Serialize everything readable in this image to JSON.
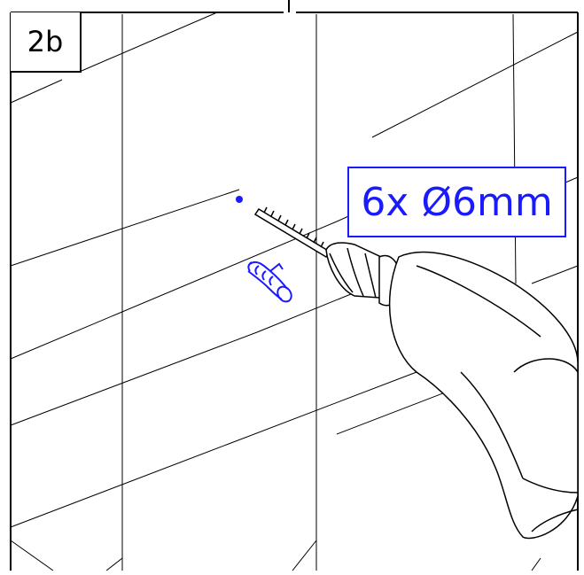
{
  "step": {
    "label": "2b"
  },
  "callout": {
    "text": "6x Ø6mm",
    "color": "#1a1aff"
  },
  "icons": {
    "drill": "drill-icon",
    "wall_plug": "wall-plug-icon",
    "drill_mark": "drill-mark-dot"
  },
  "colors": {
    "line": "#000000",
    "accent": "#1a1aff",
    "background": "#ffffff"
  }
}
